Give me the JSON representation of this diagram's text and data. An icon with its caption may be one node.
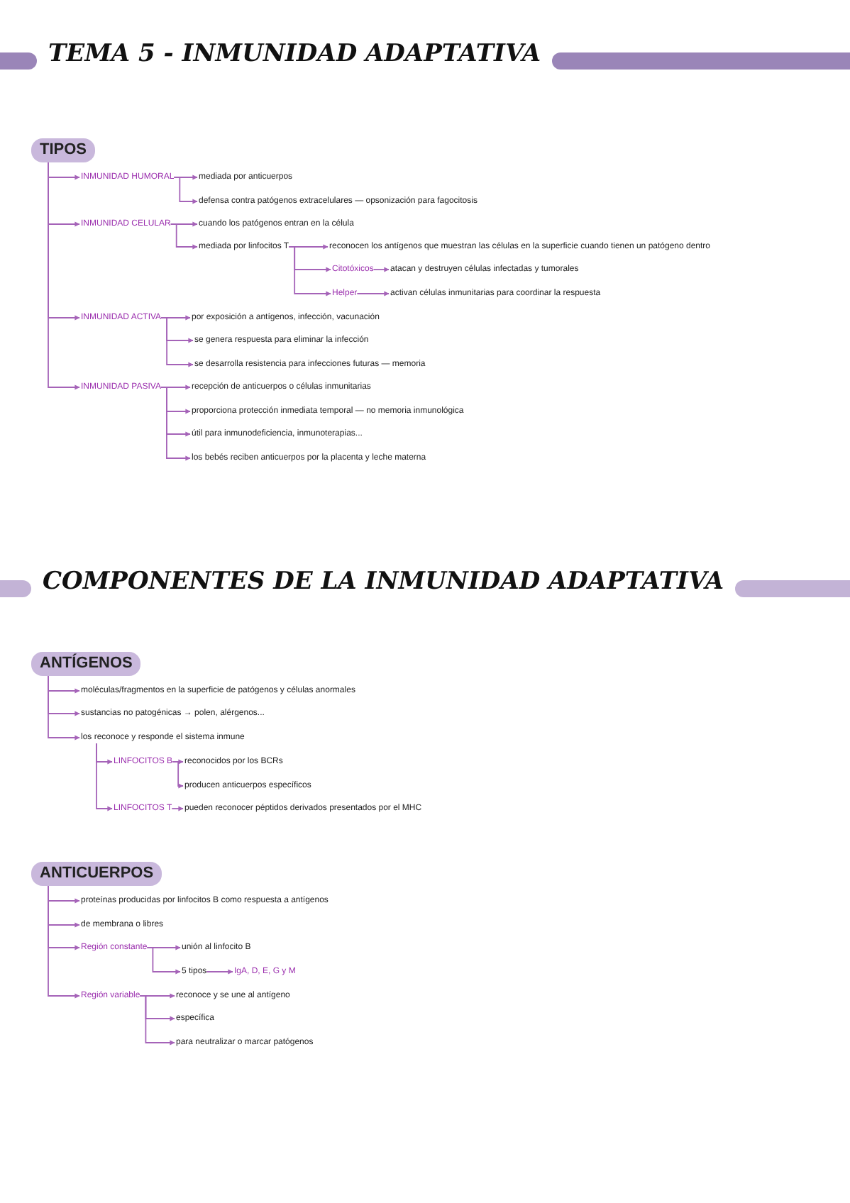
{
  "diagram": {
    "title": "TEMA 5 - INMUNIDAD ADAPTATIVA",
    "nodes": [
      {
        "text": [
          "TIPOS"
        ]
      },
      {
        "text": [
          "INMUNIDAD HUMORAL"
        ]
      },
      {
        "text": [
          "mediada por anticuerpos"
        ]
      },
      {
        "text": [
          "defensa contra patógenos extracelulares — opsonización para fagocitosis"
        ]
      },
      {
        "text": [
          "INMUNIDAD CELULAR"
        ]
      },
      {
        "text": [
          "cuando los patógenos entran en la célula"
        ]
      },
      {
        "text": [
          "mediada por linfocitos T"
        ]
      },
      {
        "text": [
          "reconocen los antígenos que muestran las células en la superficie cuando tienen un patógeno dentro"
        ]
      },
      {
        "text": [
          "Citotóxicos"
        ]
      },
      {
        "text": [
          "atacan y destruyen células infectadas y tumorales"
        ]
      },
      {
        "text": [
          "Helper"
        ]
      },
      {
        "text": [
          "activan células inmunitarias para coordinar la respuesta"
        ]
      },
      {
        "text": [
          "INMUNIDAD ACTIVA"
        ]
      },
      {
        "text": [
          "por exposición a antígenos, infección, vacunación"
        ]
      },
      {
        "text": [
          "se genera respuesta para eliminar la infección"
        ]
      },
      {
        "text": [
          "se desarrolla resistencia para infecciones futuras — memoria"
        ]
      },
      {
        "text": [
          "INMUNIDAD PASIVA"
        ]
      },
      {
        "text": [
          "recepción de anticuerpos o células inmunitarias"
        ]
      },
      {
        "text": [
          "proporciona protección inmediata temporal — no memoria inmunológica"
        ]
      },
      {
        "text": [
          "útil para inmunodeficiencia, inmunoterapias..."
        ]
      },
      {
        "text": [
          "los bebés reciben anticuerpos por la placenta y leche materna"
        ]
      },
      {
        "text": [
          "ANTÍGENOS"
        ]
      },
      {
        "text": [
          "moléculas/fragmentos en la superficie de patógenos y células anormales"
        ]
      },
      {
        "text": [
          "sustancias no patogénicas → polen, alérgenos..."
        ]
      },
      {
        "text": [
          "los reconoce y responde el sistema inmune"
        ]
      },
      {
        "text": [
          "LINFOCITOS B"
        ]
      },
      {
        "text": [
          "reconocidos por los BCRs"
        ]
      },
      {
        "text": [
          "producen anticuerpos específicos"
        ]
      },
      {
        "text": [
          "LINFOCITOS T"
        ]
      },
      {
        "text": [
          "pueden reconocer péptidos derivados presentados por el MHC"
        ]
      },
      {
        "text": [
          "ANTICUERPOS"
        ]
      },
      {
        "text": [
          "proteínas producidas por linfocitos B como respuesta a antígenos"
        ]
      },
      {
        "text": [
          "de membrana o libres"
        ]
      },
      {
        "text": [
          "Región constante"
        ]
      },
      {
        "text": [
          "unión al linfocito B"
        ]
      },
      {
        "text": [
          "5 tipos"
        ]
      },
      {
        "text": [
          "IgA, D, E, G y M"
        ]
      },
      {
        "text": [
          "Región variable"
        ]
      },
      {
        "text": [
          "reconoce y se une al antígeno"
        ]
      },
      {
        "text": [
          "específica"
        ]
      },
      {
        "text": [
          "para neutralizar o marcar patógenos"
        ]
      }
    ],
    "edges": [
      {
        "from": 0,
        "to": 1,
        "arrow": "to"
      },
      {
        "from": 1,
        "to": 2,
        "arrow": "to"
      },
      {
        "from": 1,
        "to": 3,
        "arrow": "to"
      },
      {
        "from": 0,
        "to": 4,
        "arrow": "to"
      },
      {
        "from": 4,
        "to": 5,
        "arrow": "to"
      },
      {
        "from": 4,
        "to": 6,
        "arrow": "to"
      },
      {
        "from": 6,
        "to": 7,
        "arrow": "to"
      },
      {
        "from": 6,
        "to": 8,
        "arrow": "to"
      },
      {
        "from": 8,
        "to": 9,
        "arrow": "to"
      },
      {
        "from": 6,
        "to": 10,
        "arrow": "to"
      },
      {
        "from": 10,
        "to": 11,
        "arrow": "to"
      },
      {
        "from": 0,
        "to": 12,
        "arrow": "to"
      },
      {
        "from": 12,
        "to": 13,
        "arrow": "to"
      },
      {
        "from": 12,
        "to": 14,
        "arrow": "to"
      },
      {
        "from": 12,
        "to": 15,
        "arrow": "to"
      },
      {
        "from": 0,
        "to": 16,
        "arrow": "to"
      },
      {
        "from": 16,
        "to": 17,
        "arrow": "to"
      },
      {
        "from": 16,
        "to": 18,
        "arrow": "to"
      },
      {
        "from": 16,
        "to": 19,
        "arrow": "to"
      },
      {
        "from": 16,
        "to": 20,
        "arrow": "to"
      },
      {
        "from": 21,
        "to": 22,
        "arrow": "to"
      },
      {
        "from": 21,
        "to": 23,
        "arrow": "to"
      },
      {
        "from": 21,
        "to": 24,
        "arrow": "to"
      },
      {
        "from": 24,
        "to": 25,
        "arrow": "to"
      },
      {
        "from": 25,
        "to": 26,
        "arrow": "to"
      },
      {
        "from": 25,
        "to": 27,
        "arrow": "to"
      },
      {
        "from": 24,
        "to": 28,
        "arrow": "to"
      },
      {
        "from": 28,
        "to": 29,
        "arrow": "to"
      },
      {
        "from": 30,
        "to": 31,
        "arrow": "to"
      },
      {
        "from": 30,
        "to": 32,
        "arrow": "to"
      },
      {
        "from": 30,
        "to": 33,
        "arrow": "to"
      },
      {
        "from": 33,
        "to": 34,
        "arrow": "to"
      },
      {
        "from": 33,
        "to": 35,
        "arrow": "to"
      },
      {
        "from": 35,
        "to": 36,
        "arrow": "to"
      },
      {
        "from": 30,
        "to": 37,
        "arrow": "to"
      },
      {
        "from": 37,
        "to": 38,
        "arrow": "to"
      },
      {
        "from": 37,
        "to": 39,
        "arrow": "to"
      },
      {
        "from": 37,
        "to": 40,
        "arrow": "to"
      }
    ],
    "labels": [
      "COMPONENTES DE LA INMUNIDAD ADAPTATIVA"
    ]
  }
}
